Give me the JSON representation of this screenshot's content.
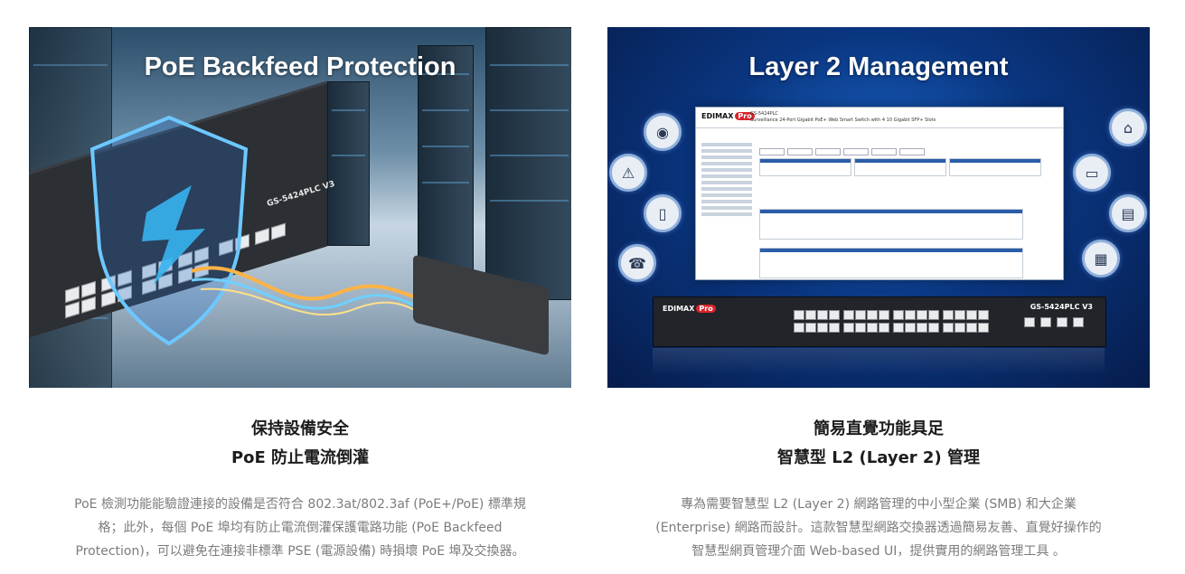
{
  "cards": [
    {
      "banner_title": "PoE Backfeed Protection",
      "heading_lines": [
        "保持設備安全",
        "PoE 防止電流倒灌"
      ],
      "body_lines": [
        "PoE 檢測功能能驗證連接的設備是否符合 802.3at/802.3af (PoE+/PoE) 標準規",
        "格；此外，每個 PoE 埠均有防止電流倒灌保護電路功能 (PoE Backfeed",
        "Protection)，可以避免在連接非標準 PSE (電源設備) 時損壞 PoE 埠及交換器。"
      ],
      "switch_model": "GS-5424PLC V3"
    },
    {
      "banner_title": "Layer 2 Management",
      "heading_lines": [
        "簡易直覺功能具足",
        "智慧型 L2 (Layer 2) 管理"
      ],
      "body_lines": [
        "專為需要智慧型 L2 (Layer 2) 網路管理的中小型企業 (SMB) 和大企業",
        "(Enterprise) 網路而設計。這款智慧型網路交換器透過簡易友善、直覺好操作的",
        "智慧型網頁管理介面 Web-based UI，提供實用的網路管理工具 。"
      ],
      "switch_brand": "EDIMAX",
      "switch_brand_badge": "Pro",
      "switch_model": "GS-5424PLC V3",
      "ui_title": "GS-5424PLC",
      "ui_subtitle": "Surveillance 24-Port Gigabit PoE+ Web Smart Switch with 4 10 Gigabit SFP+ Slots"
    }
  ],
  "colors": {
    "heading": "#1c1c1c",
    "body": "#7c7c7c",
    "banner_title": "#ffffff",
    "brand_red": "#d9242b"
  }
}
